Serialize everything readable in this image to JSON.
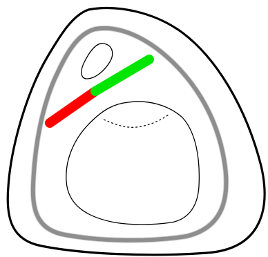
{
  "colors": {
    "outline": "#000000",
    "inner_band": "#8a8a8a",
    "segment_red": "#ff0000",
    "segment_green": "#00e600"
  },
  "shapes": [
    "outer-outline",
    "inner-gray-band",
    "small-oval",
    "large-inner-outline",
    "dashed-line",
    "red-segment",
    "green-segment"
  ]
}
